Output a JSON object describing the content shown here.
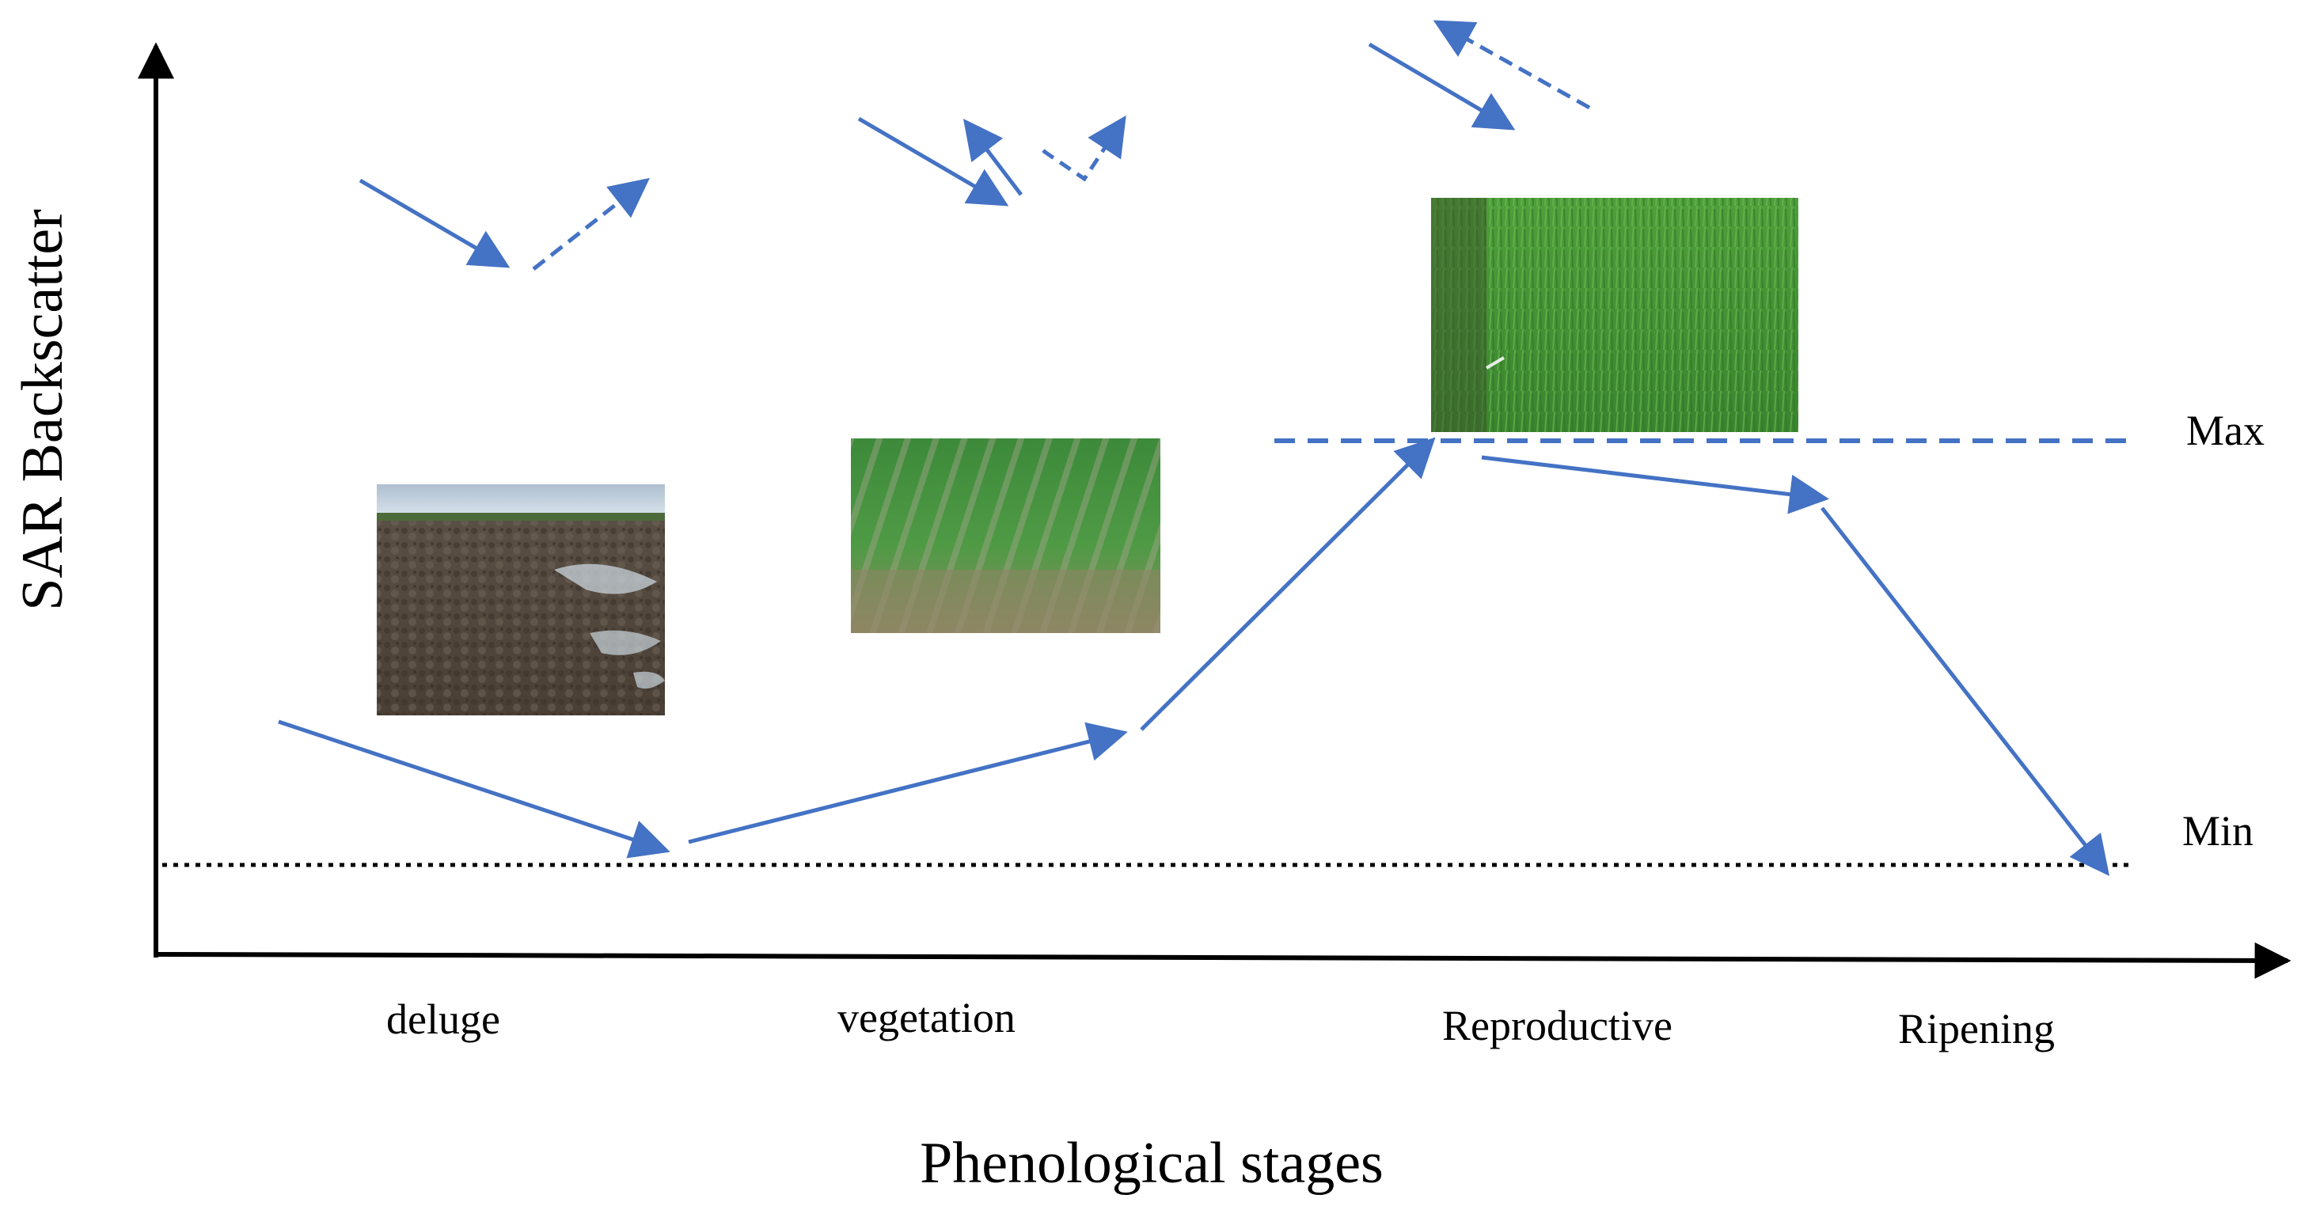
{
  "axes": {
    "y_title": "SAR Backscatter",
    "x_title": "Phenological stages"
  },
  "levels": {
    "max_label": "Max",
    "min_label": "Min"
  },
  "stages": [
    {
      "label": "deluge"
    },
    {
      "label": "vegetation"
    },
    {
      "label": "Reproductive"
    },
    {
      "label": "Ripening"
    }
  ],
  "colors": {
    "arrow": "#4472C4",
    "axis": "#000000",
    "text": "#000000"
  }
}
